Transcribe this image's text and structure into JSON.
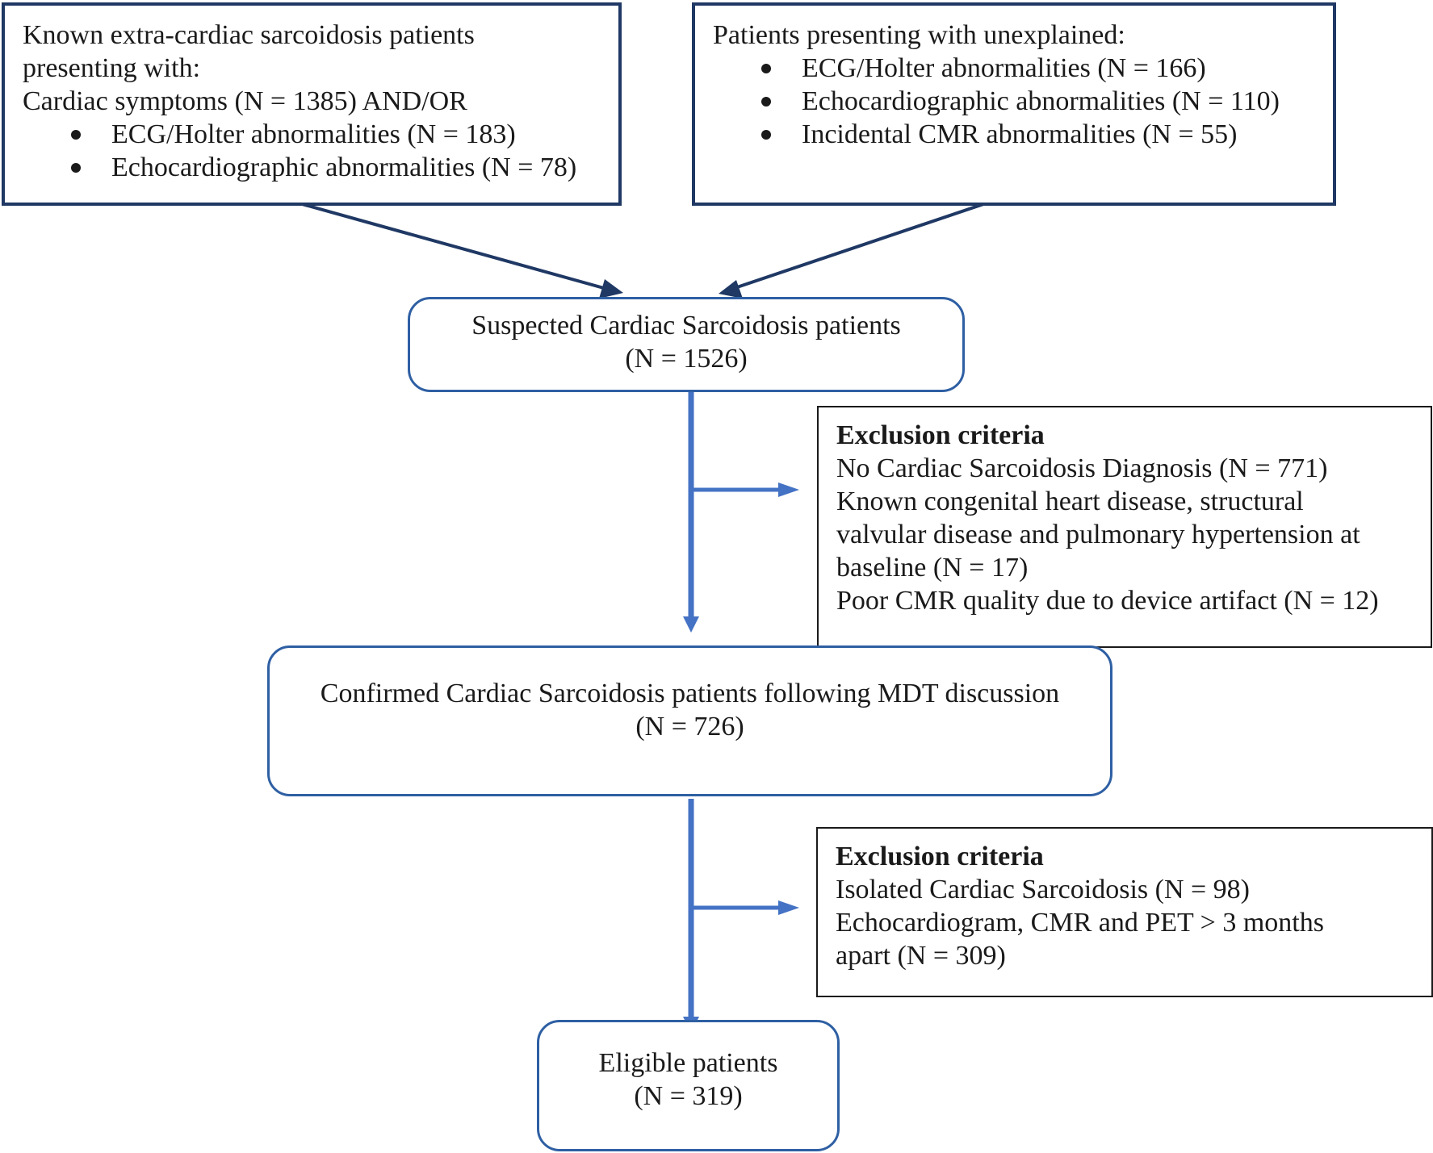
{
  "box_known": {
    "line1": "Known extra-cardiac sarcoidosis patients",
    "line2": "presenting with:",
    "line3": "Cardiac symptoms (N = 1385) AND/OR",
    "bullets": [
      "ECG/Holter abnormalities (N = 183)",
      "Echocardiographic abnormalities (N = 78)"
    ]
  },
  "box_unexplained": {
    "line1": "Patients presenting with unexplained:",
    "bullets": [
      "ECG/Holter abnormalities (N = 166)",
      "Echocardiographic abnormalities (N = 110)",
      "Incidental CMR abnormalities (N = 55)"
    ]
  },
  "box_suspected": {
    "line1": "Suspected Cardiac Sarcoidosis patients",
    "line2": "(N = 1526)"
  },
  "exclusion_1": {
    "heading": "Exclusion criteria",
    "lines": [
      "No Cardiac Sarcoidosis Diagnosis (N = 771)",
      "Known congenital heart disease, structural",
      "valvular disease and pulmonary hypertension at",
      "baseline (N = 17)",
      "Poor CMR quality due to device artifact (N = 12)"
    ]
  },
  "box_confirmed": {
    "line1": "Confirmed Cardiac Sarcoidosis patients following MDT discussion",
    "line2": "(N = 726)"
  },
  "exclusion_2": {
    "heading": "Exclusion criteria",
    "lines": [
      "Isolated Cardiac Sarcoidosis (N = 98)",
      "Echocardiogram, CMR and PET > 3 months",
      "apart (N = 309)"
    ]
  },
  "box_eligible": {
    "line1": "Eligible patients",
    "line2": "(N = 319)"
  },
  "colors": {
    "dark_navy": "#1f3864",
    "flow_blue": "#4472c4",
    "text": "#1a1a1a"
  }
}
